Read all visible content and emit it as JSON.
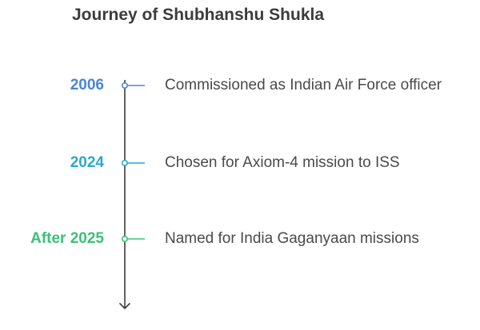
{
  "title": "Journey of Shubhanshu Shukla",
  "milestones": [
    {
      "year": "2006",
      "event": "Commissioned as Indian Air Force officer",
      "color": "#4a86d8"
    },
    {
      "year": "2024",
      "event": "Chosen for Axiom-4 mission to ISS",
      "color": "#2aa9c9"
    },
    {
      "year": "After 2025",
      "event": "Named for India Gaganyaan missions",
      "color": "#3cc07a"
    }
  ],
  "axis_color": "#3c3c3c",
  "axis_icon": "arrow-down-icon"
}
